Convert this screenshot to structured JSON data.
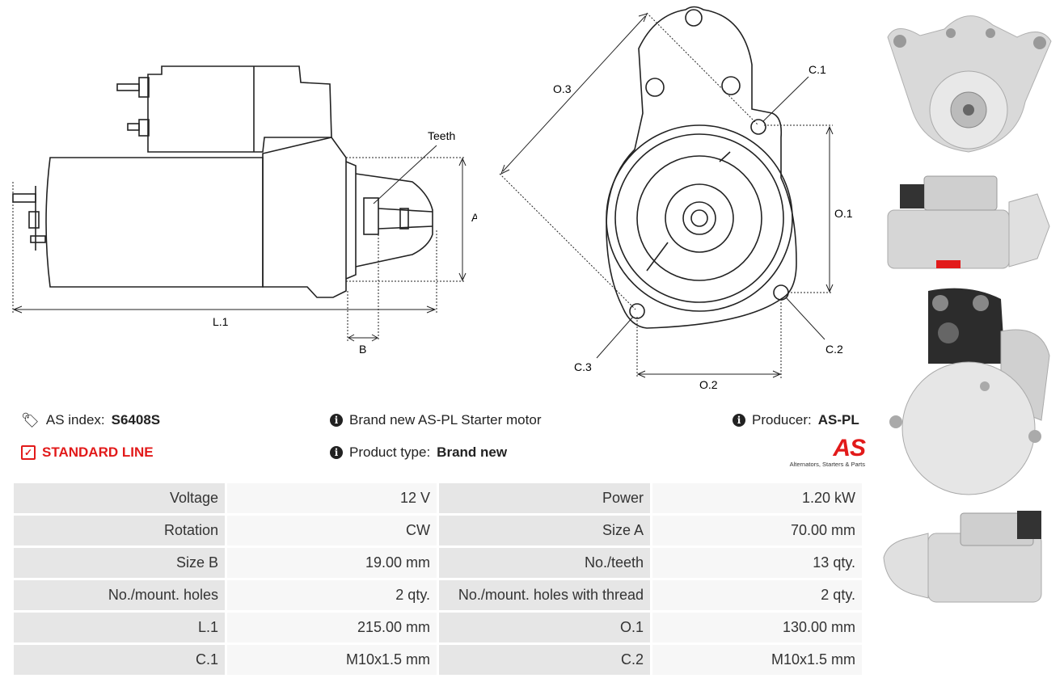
{
  "diagram": {
    "labels": {
      "teeth": "Teeth",
      "a": "A",
      "b": "B",
      "l1": "L.1",
      "o1": "O.1",
      "o2": "O.2",
      "o3": "O.3",
      "c1": "C.1",
      "c2": "C.2",
      "c3": "C.3"
    }
  },
  "info": {
    "as_index_label": "AS index:",
    "as_index_value": "S6408S",
    "line_label": "STANDARD LINE",
    "description": "Brand new AS-PL Starter motor",
    "product_type_label": "Product type:",
    "product_type_value": "Brand new",
    "producer_label": "Producer:",
    "producer_value": "AS-PL",
    "logo_text": "AS",
    "logo_tagline": "Alternators, Starters & Parts"
  },
  "specs": [
    [
      "Voltage",
      "12 V",
      "Power",
      "1.20 kW"
    ],
    [
      "Rotation",
      "CW",
      "Size A",
      "70.00 mm"
    ],
    [
      "Size B",
      "19.00 mm",
      "No./teeth",
      "13 qty."
    ],
    [
      "No./mount. holes",
      "2 qty.",
      "No./mount. holes with thread",
      "2 qty."
    ],
    [
      "L.1",
      "215.00 mm",
      "O.1",
      "130.00 mm"
    ],
    [
      "C.1",
      "M10x1.5 mm",
      "C.2",
      "M10x1.5 mm"
    ]
  ],
  "colors": {
    "accent": "#e21a1a",
    "header_cell": "#e6e6e6",
    "value_cell": "#f7f7f7"
  }
}
